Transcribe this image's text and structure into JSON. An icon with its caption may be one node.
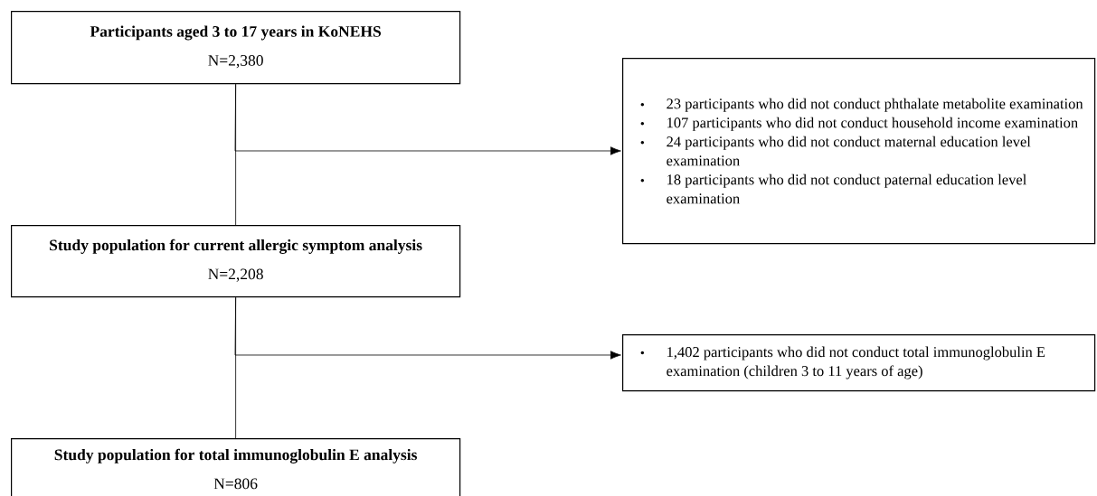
{
  "diagram": {
    "nodes": [
      {
        "text": [
          "Participants aged 3 to 17 years in KoNEHS",
          "N=2,380"
        ]
      },
      {
        "text": [
          "Study population for current allergic symptom analysis",
          "N=2,208"
        ]
      },
      {
        "text": [
          "Study population for total immunoglobulin E analysis",
          "N=806"
        ]
      },
      {
        "text": [
          "23 participants who did not conduct phthalate metabolite examination",
          "107 participants who did not conduct household income examination",
          "24 participants who did not conduct maternal education level examination",
          "18 participants who did not conduct paternal education level examination"
        ]
      },
      {
        "text": [
          "1,402 participants who did not conduct total immunoglobulin E examination (children 3 to 11 years of age)"
        ]
      }
    ],
    "edges": [
      {
        "from": 0,
        "to": 1,
        "arrow": "none"
      },
      {
        "from": 0,
        "to": 3,
        "arrow": "to"
      },
      {
        "from": 1,
        "to": 2,
        "arrow": "none"
      },
      {
        "from": 1,
        "to": 4,
        "arrow": "to"
      }
    ]
  }
}
